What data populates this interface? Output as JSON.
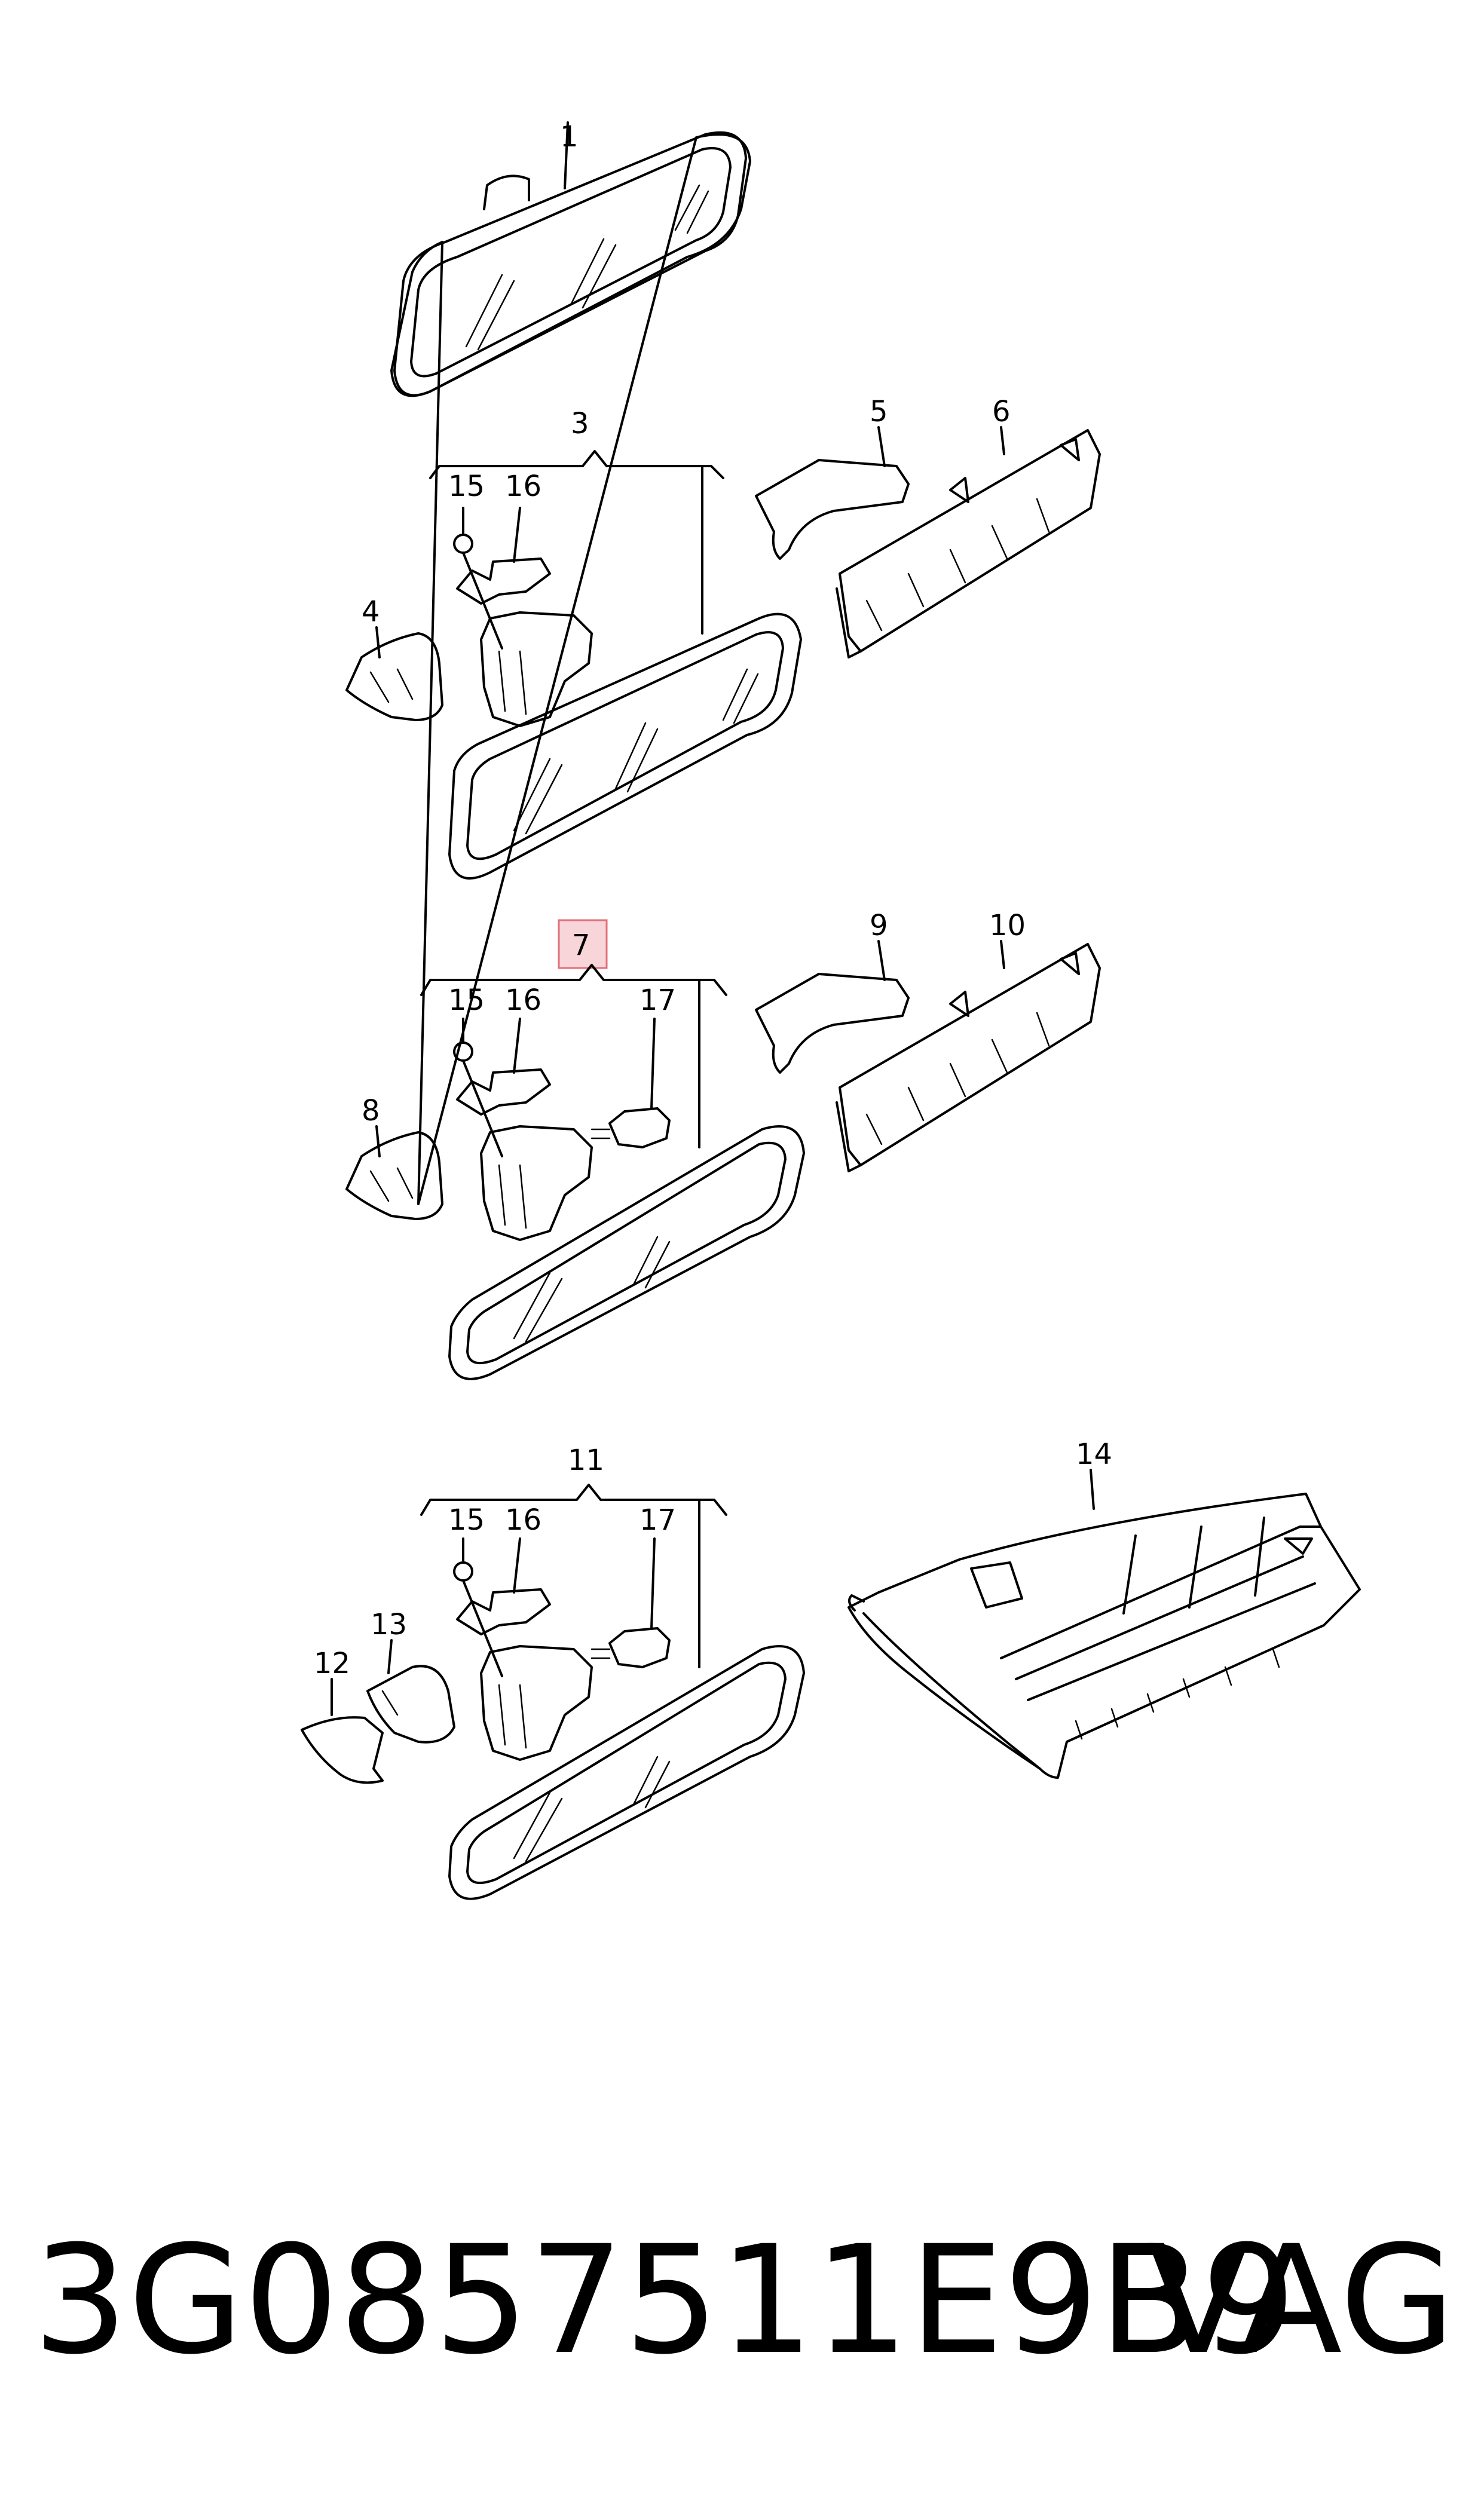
{
  "callouts": {
    "c1": "1",
    "c3": "3",
    "c4": "4",
    "c5": "5",
    "c6": "6",
    "c7": "7",
    "c8": "8",
    "c9": "9",
    "c10": "10",
    "c11": "11",
    "c12": "12",
    "c13": "13",
    "c14": "14",
    "c15a": "15",
    "c16a": "16",
    "c15b": "15",
    "c16b": "16",
    "c17b": "17",
    "c15c": "15",
    "c16c": "16",
    "c17c": "17"
  },
  "highlight_color": "#f7d5d8",
  "footer": {
    "part_number": "3G0857511E9B9",
    "brand": "VAG"
  }
}
